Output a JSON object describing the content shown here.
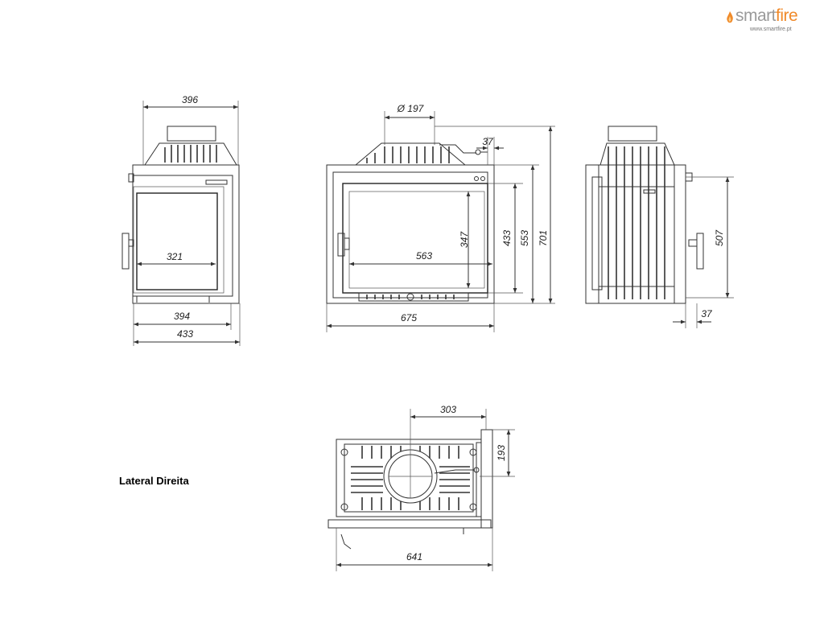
{
  "brand": {
    "name_part1": "smart",
    "name_part2": "fire",
    "url": "www.smartfire.pt",
    "accent_color": "#f08a2a",
    "gray_color": "#9a9a9a"
  },
  "caption": "Lateral Direita",
  "dimensions": {
    "front_top_width": "396",
    "front_glass_width": "321",
    "front_inner_width": "394",
    "front_outer_width": "433",
    "main_flue_diameter": "Ø 197",
    "main_side_offset": "37",
    "main_glass_height": "347",
    "main_height_433": "433",
    "main_height_553": "553",
    "main_total_height": "701",
    "main_glass_width": "563",
    "main_total_width": "675",
    "side_height": "507",
    "side_depth_offset": "37",
    "plan_flue_offset": "303",
    "plan_flue_depth": "193",
    "plan_width": "641"
  }
}
